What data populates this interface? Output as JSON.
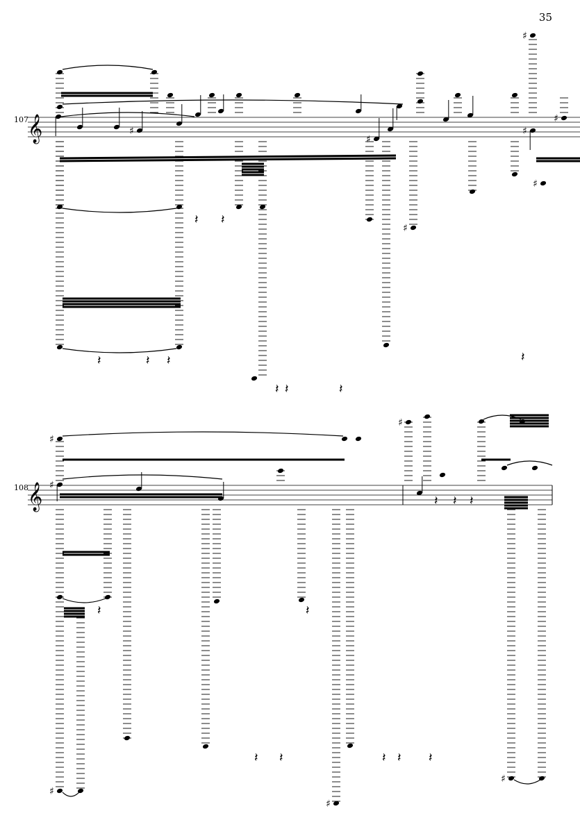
{
  "page": {
    "page_number": "35"
  },
  "systems": [
    {
      "measure_number": "107",
      "clef": "treble-clef"
    },
    {
      "measure_number": "108",
      "clef": "treble-clef"
    }
  ],
  "colors": {
    "ink": "#000000",
    "paper": "#ffffff"
  },
  "glyphs": {
    "notehead": "●",
    "sharp": "♯",
    "quarter_rest": "𝄽",
    "dot": "·"
  }
}
